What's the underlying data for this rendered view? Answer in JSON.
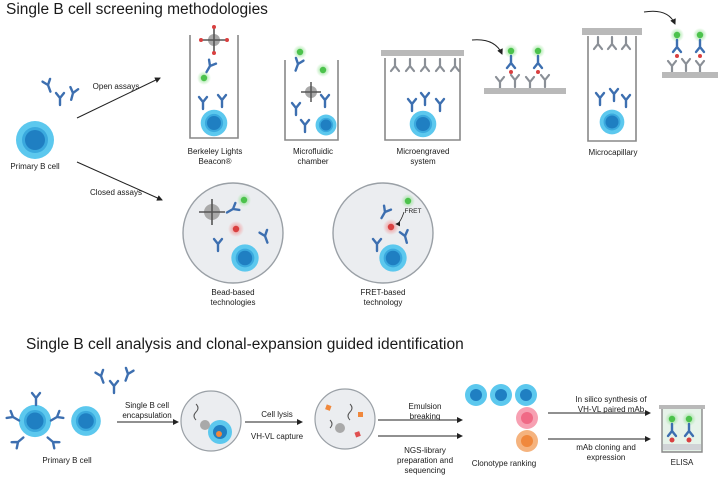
{
  "section1": {
    "title": "Single B cell screening methodologies",
    "primary_cell": "Primary B cell",
    "open_assays": "Open assays",
    "closed_assays": "Closed assays",
    "berkeley": [
      "Berkeley Lights",
      "Beacon®"
    ],
    "microfluidic": [
      "Microfluidic",
      "chamber"
    ],
    "microengraved": [
      "Microengraved",
      "system"
    ],
    "microcapillary": "Microcapillary",
    "bead": [
      "Bead-based",
      "technologies"
    ],
    "fret_tech": [
      "FRET-based",
      "technology"
    ],
    "fret_label": "FRET"
  },
  "section2": {
    "title": "Single B cell analysis and clonal-expansion guided identification",
    "primary_cell": "Primary B cell",
    "encapsulation": [
      "Single B cell",
      "encapsulation"
    ],
    "cell_lysis": "Cell lysis",
    "capture": "VH-VL capture",
    "emulsion": [
      "Emulsion",
      "breaking"
    ],
    "ngs": [
      "NGS-library",
      "preparation and",
      "sequencing"
    ],
    "ranking": "Clonotype ranking",
    "synthesis": [
      "In silico synthesis of",
      "VH-VL paired mAb"
    ],
    "cloning": [
      "mAb cloning and",
      "expression"
    ],
    "elisa": "ELISA"
  },
  "colors": {
    "cell_outer": "#5cc8ee",
    "cell_nucleus": "#1f7fc2",
    "antibody": "#3d6fb0",
    "antigen_green": "#6fd06f",
    "antigen_red": "#e05050",
    "platform_gray": "#b9b9b9",
    "circle_fill": "#ebedf0",
    "clone_pink": "#f06a86",
    "clone_orange": "#f0883c"
  }
}
